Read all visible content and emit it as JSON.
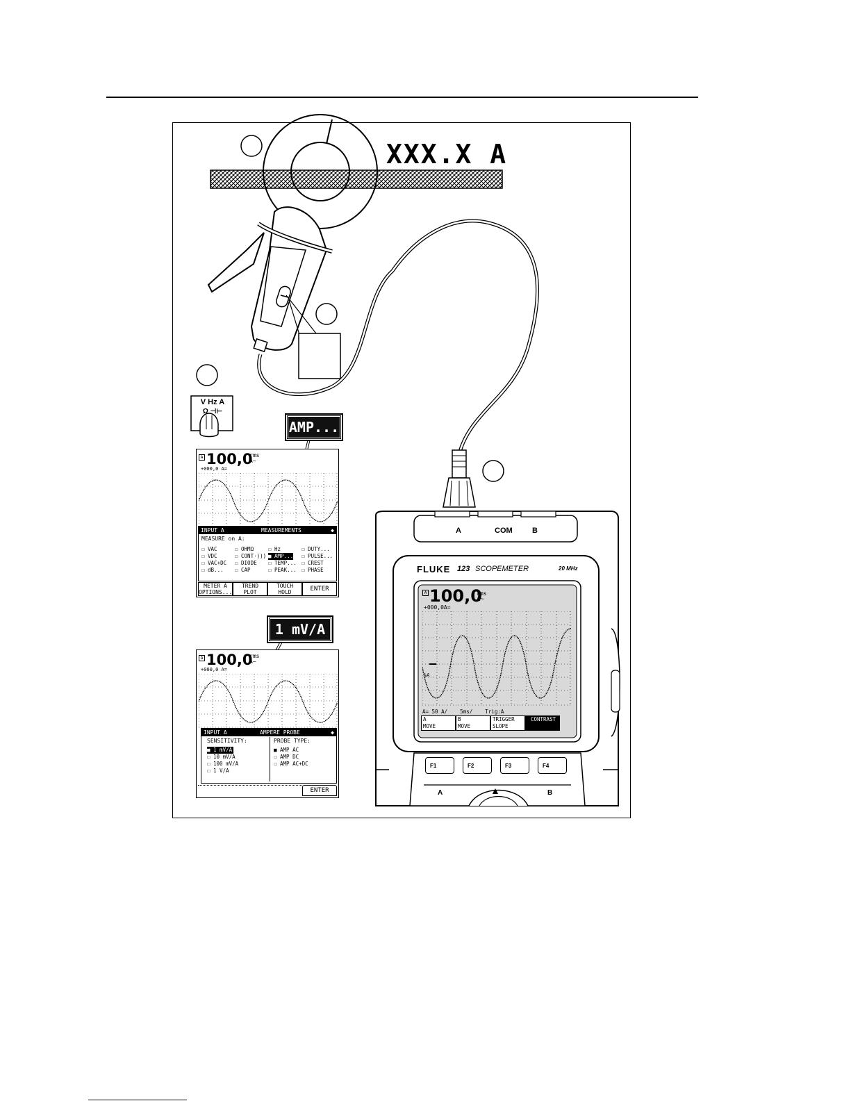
{
  "reading": "XXX.X A",
  "callouts": {
    "amp": "AMP...",
    "sensitivity": "1 mV/A"
  },
  "switch_label": {
    "top": "V Hz A",
    "bottom": "Ω ⊣⊢"
  },
  "screen1": {
    "value": "100,0",
    "unit_top": "rms",
    "unit_bottom": "A~",
    "sub": "+000,0   A=",
    "menu_title_left": "INPUT A",
    "menu_title_center": "MEASUREMENTS",
    "measure_on": "MEASURE on A:",
    "options": [
      [
        "☐ VAC",
        "☐ OHMΩ",
        "☐ Hz",
        "☐ DUTY..."
      ],
      [
        "☐ VDC",
        "☐ CONT·)))",
        "■ AMP...",
        "☐ PULSE..."
      ],
      [
        "☐ VAC+DC",
        "☐ DIODE",
        "☐ TEMP...",
        "☐ CREST"
      ],
      [
        "☐ dB...",
        "☐ CAP",
        "☐ PEAK...",
        "☐ PHASE"
      ]
    ],
    "fkeys": [
      "METER A\nOPTIONS...",
      "TREND\nPLOT",
      "TOUCH\nHOLD",
      "ENTER"
    ]
  },
  "screen2": {
    "value": "100,0",
    "unit_top": "rms",
    "unit_bottom": "A~",
    "sub": "+000,0   A=",
    "menu_title_left": "INPUT A",
    "menu_title_center": "AMPERE PROBE",
    "sensitivity_label": "SENSITIVITY:",
    "sensitivity": [
      "■ 1 mV/A",
      "☐ 10 mV/A",
      "☐ 100 mV/A",
      "☐ 1 V/A"
    ],
    "probe_type_label": "PROBE TYPE:",
    "probe_types": [
      "■ AMP AC",
      "☐ AMP DC",
      "☐ AMP AC+DC"
    ],
    "enter": "ENTER"
  },
  "meter": {
    "inputs": [
      "A",
      "COM",
      "B"
    ],
    "brand": "FLUKE",
    "model": "123",
    "model_name": "SCOPEMETER",
    "bandwidth": "20 MHz",
    "display_value": "100,0",
    "display_unit_top": "rms",
    "display_unit_bottom": "A~",
    "display_sub": "+000,0A=",
    "status_line": "A= 50 A/    5ms/    Trig:A",
    "marker": "%A",
    "softkeys": [
      "A\nMOVE",
      "B\nMOVE",
      "TRIGGER\nSLOPE",
      "CONTRAST"
    ],
    "fkeys": [
      "F1",
      "F2",
      "F3",
      "F4"
    ],
    "bottom_keys": [
      "A",
      "▲",
      "B"
    ]
  }
}
